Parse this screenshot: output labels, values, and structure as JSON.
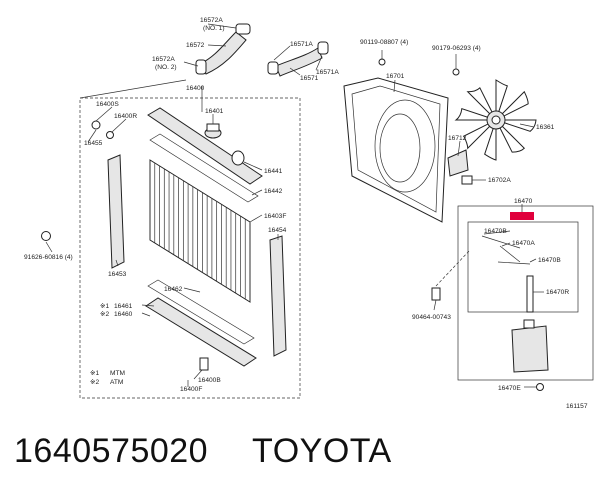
{
  "diagram": {
    "labels": {
      "p16572a_1": "16572A",
      "no1": "(NO. 1)",
      "p16572": "16572",
      "p16572a_2": "16572A",
      "no2": "(NO. 2)",
      "p16400": "16400",
      "p16571a_1": "16571A",
      "p16571": "16571",
      "p16571a_2": "16571A",
      "p90119": "90119-08807 (4)",
      "p16701": "16701",
      "p90179": "90179-06293 (4)",
      "p16400s": "16400S",
      "p16400r": "16400R",
      "p16455": "16455",
      "p16401": "16401",
      "p16441": "16441",
      "p16442": "16442",
      "p16403f": "16403F",
      "p16454": "16454",
      "p91626": "91626-60816 (4)",
      "p16453": "16453",
      "p16462": "16462",
      "m1": "※1",
      "p16461": "16461",
      "m2": "※2",
      "p16460": "16460",
      "m1b": "※1",
      "mtm": "MTM",
      "m2b": "※2",
      "atm": "ATM",
      "p16400b": "16400B",
      "p16400f": "16400F",
      "p16712": "16712",
      "p16361": "16361",
      "p16702a": "16702A",
      "p16470": "16470",
      "p16470b_1": "16470B",
      "p16470a": "16470A",
      "p16470b_2": "16470B",
      "p16470r": "16470R",
      "p90464": "90464-00743",
      "p16470e": "16470E",
      "fig": "161157"
    }
  },
  "caption": {
    "part_number": "1640575020",
    "brand": "TOYOTA"
  },
  "colors": {
    "ink": "#222222",
    "highlight": "#e0003c",
    "background": "#ffffff"
  }
}
